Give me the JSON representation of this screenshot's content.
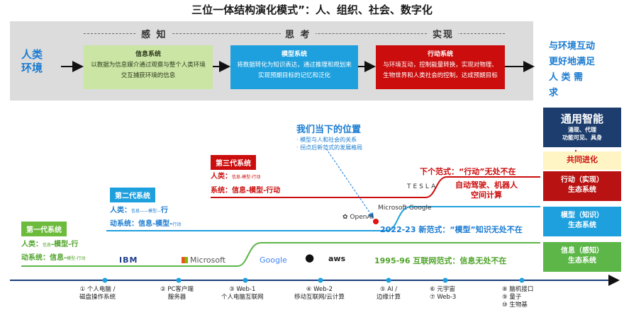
{
  "title": "三位一体结构演化模式”：人、组织、社会、数字化",
  "top": {
    "left_label": "人类\n环境",
    "sections": [
      "感 知",
      "思 考",
      "实现"
    ],
    "boxes": [
      {
        "title": "信息系统",
        "text": "以数据为信息媒介通过观察与整个人类环境交互捕获环境的信息"
      },
      {
        "title": "模型系统",
        "text": "将数据转化为知识表达，通过推理和规划来实现预期目标的记忆和泛化"
      },
      {
        "title": "行动系统",
        "text": "与环境互动，控制能量转换，实现对物理、生物世界和人类社会的控制，达成预期目标"
      }
    ],
    "right_label": "与环境互动\n更好地满足\n人 类 需\n求"
  },
  "current": {
    "title": "我们当下的位置",
    "bullets": [
      "· 模型与人和社会的关系",
      "· 拐点后新范式的发展格局"
    ]
  },
  "generations": [
    {
      "label": "第一代系统",
      "human_prefix": "人类：",
      "human_small": "信息",
      "human_main": "-模型-行",
      "drive_prefix": "动系统：信息-",
      "drive_small": "模型-行动"
    },
    {
      "label": "第二代系统",
      "human_prefix": "人类：",
      "human_small": "信息——模型—",
      "human_main": "行",
      "drive_prefix": "动系统：信息-模型-",
      "drive_small": "行动"
    },
    {
      "label": "第三代系统",
      "human_prefix": "人类：",
      "human_small": "信息-模型-行动",
      "drive_prefix": "系统：信息-模型-行动"
    }
  ],
  "paradigms": {
    "next": "下个范式：“行动”无处不在",
    "next_examples": "自动驾驶、机器人\n空间计算",
    "p2022": "2022-23 新范式：“模型”知识无处不在",
    "p1995": "1995-96 互联网范式：信息无处不在"
  },
  "brands": {
    "ibm": "IBM",
    "microsoft": "Microsoft",
    "google": "Google",
    "aws": "aws",
    "openai": "OpenAI",
    "tesla": "TESLA",
    "ms_google": "Microsoft Google"
  },
  "stack": {
    "top_title": "通用智能",
    "top_sub": "涌现、代理\n功能可见、具身",
    "coop": "共同进化",
    "red": "行动（实现）\n生态系统",
    "blue": "模型（知识）\n生态系统",
    "green": "信息（感知）\n生态系统"
  },
  "timeline": [
    "① 个人电脑 /\n磁盘操作系统",
    "② PC客户端\n服务器",
    "③ Web-1\n个人电脑互联网",
    "④ Web-2\n移动互联网/云计算",
    "⑤ AI /\n边缘计算",
    "⑥ 元宇宙\n⑦ Web-3",
    "⑧ 脑机接口\n⑨ 量子\n⑩ 生物基"
  ],
  "colors": {
    "green": "#5cb648",
    "blue": "#1fa0de",
    "red": "#cc0d0d",
    "navy": "#1c3d6d",
    "accent": "#1a7bd1"
  }
}
